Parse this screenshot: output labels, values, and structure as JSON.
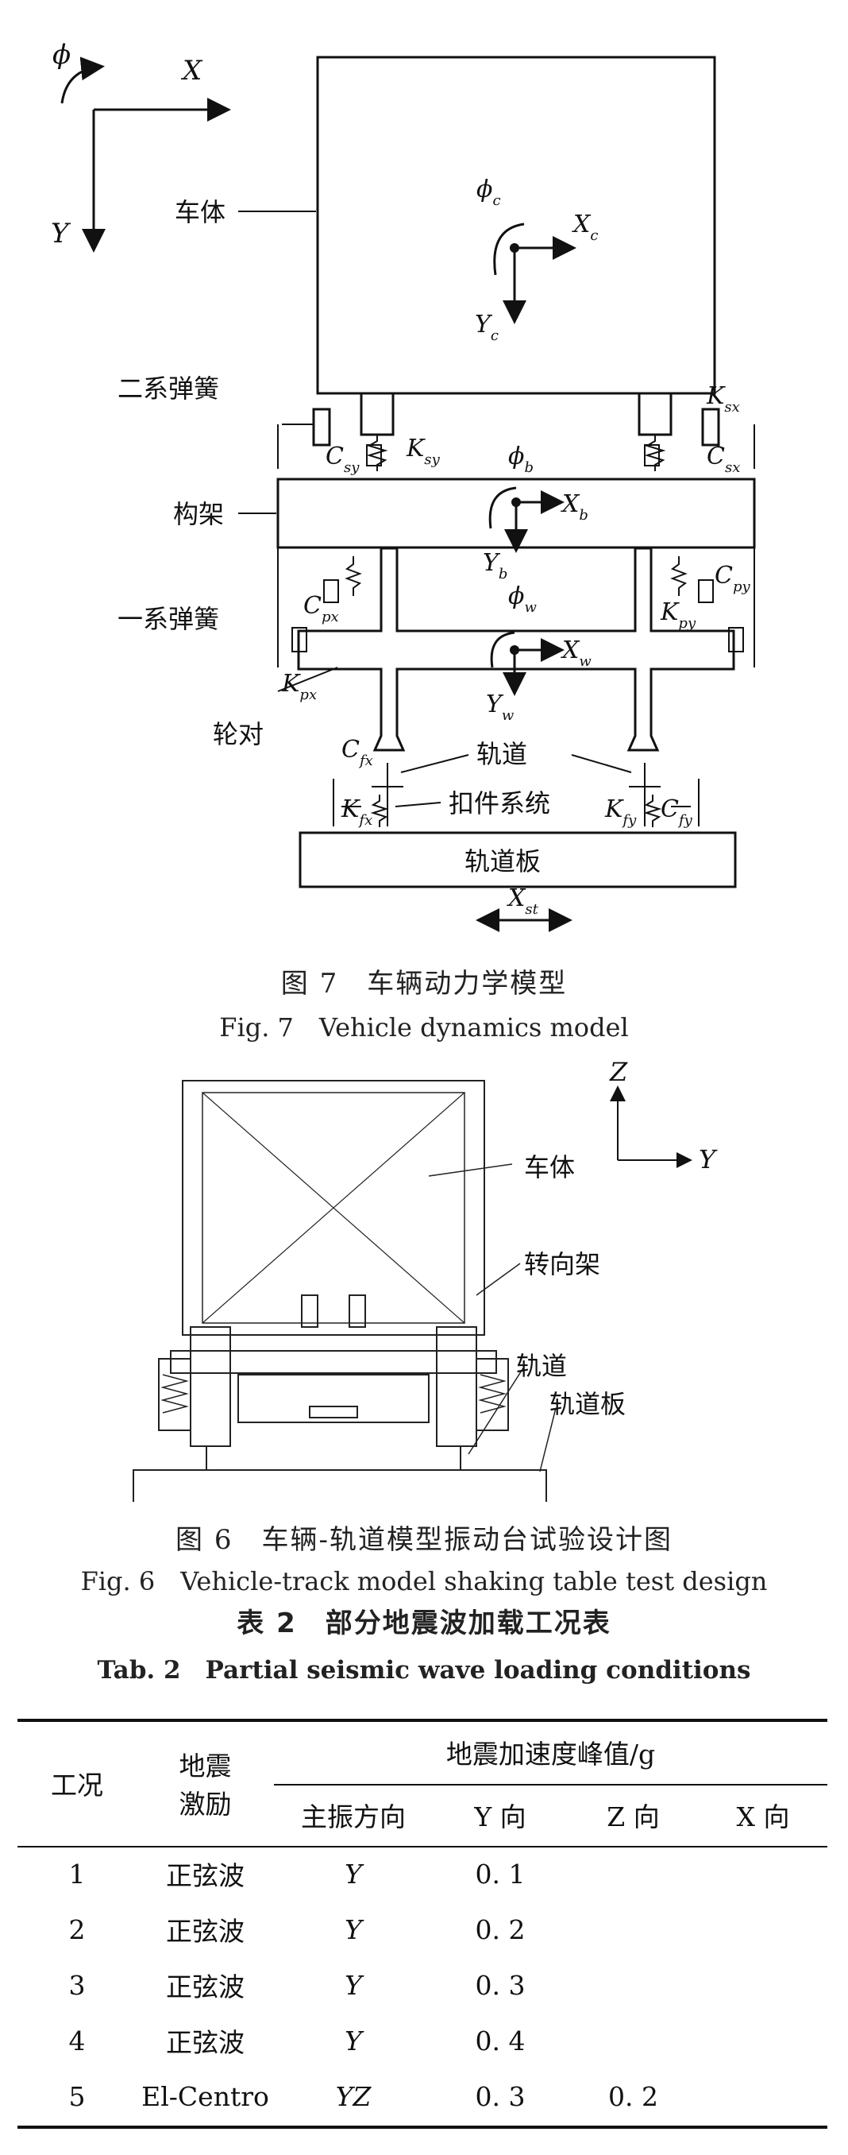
{
  "figure7": {
    "coord": {
      "phi": "ϕ",
      "x": "X",
      "y": "Y"
    },
    "labels": {
      "car_body": "车体",
      "secondary_spring": "二系弹簧",
      "frame": "构架",
      "primary_spring": "一系弹簧",
      "wheelset": "轮对",
      "rail": "轨道",
      "fastener_system": "扣件系统",
      "track_slab": "轨道板"
    },
    "symbols": {
      "phi_c": "ϕ",
      "phi_c_sub": "c",
      "X_c": "X",
      "X_c_sub": "c",
      "Y_c": "Y",
      "Y_c_sub": "c",
      "K_sx": "K",
      "K_sx_sub": "sx",
      "C_sy": "C",
      "C_sy_sub": "sy",
      "K_sy": "K",
      "K_sy_sub": "sy",
      "C_sx": "C",
      "C_sx_sub": "sx",
      "phi_b": "ϕ",
      "phi_b_sub": "b",
      "X_b": "X",
      "X_b_sub": "b",
      "Y_b": "Y",
      "Y_b_sub": "b",
      "C_px": "C",
      "C_px_sub": "px",
      "phi_w": "ϕ",
      "phi_w_sub": "w",
      "X_w": "X",
      "X_w_sub": "w",
      "C_py": "C",
      "C_py_sub": "py",
      "K_py": "K",
      "K_py_sub": "py",
      "K_px": "K",
      "K_px_sub": "px",
      "Y_w": "Y",
      "Y_w_sub": "w",
      "C_fx": "C",
      "C_fx_sub": "fx",
      "K_fx": "K",
      "K_fx_sub": "fx",
      "K_fy": "K",
      "K_fy_sub": "fy",
      "C_fy": "C",
      "C_fy_sub": "fy",
      "X_st": "X",
      "X_st_sub": "st"
    },
    "caption_zh": "图 7　车辆动力学模型",
    "caption_en": "Fig. 7　Vehicle dynamics model"
  },
  "figure6": {
    "labels": {
      "car_body": "车体",
      "bogie": "转向架",
      "rail": "轨道",
      "track_slab": "轨道板"
    },
    "axes": {
      "z": "Z",
      "y": "Y"
    },
    "caption_zh": "图 6　车辆-轨道模型振动台试验设计图",
    "caption_en": "Fig. 6　Vehicle-track model shaking table test design"
  },
  "table2": {
    "caption_zh": "表 2　部分地震波加载工况表",
    "caption_en": "Tab. 2　Partial seismic wave loading conditions",
    "headers": {
      "case": "工况",
      "excitation_line1": "地震",
      "excitation_line2": "激励",
      "peak_accel": "地震加速度峰值/g",
      "main_dir": "主振方向",
      "y_dir": "Y 向",
      "z_dir": "Z 向",
      "x_dir": "X 向"
    },
    "rows": [
      {
        "case": "1",
        "excitation": "正弦波",
        "main": "Y",
        "y": "0. 1",
        "z": "",
        "x": ""
      },
      {
        "case": "2",
        "excitation": "正弦波",
        "main": "Y",
        "y": "0. 2",
        "z": "",
        "x": ""
      },
      {
        "case": "3",
        "excitation": "正弦波",
        "main": "Y",
        "y": "0. 3",
        "z": "",
        "x": ""
      },
      {
        "case": "4",
        "excitation": "正弦波",
        "main": "Y",
        "y": "0. 4",
        "z": "",
        "x": ""
      },
      {
        "case": "5",
        "excitation": "El-Centro",
        "main": "YZ",
        "y": "0. 3",
        "z": "0. 2",
        "x": ""
      }
    ]
  }
}
